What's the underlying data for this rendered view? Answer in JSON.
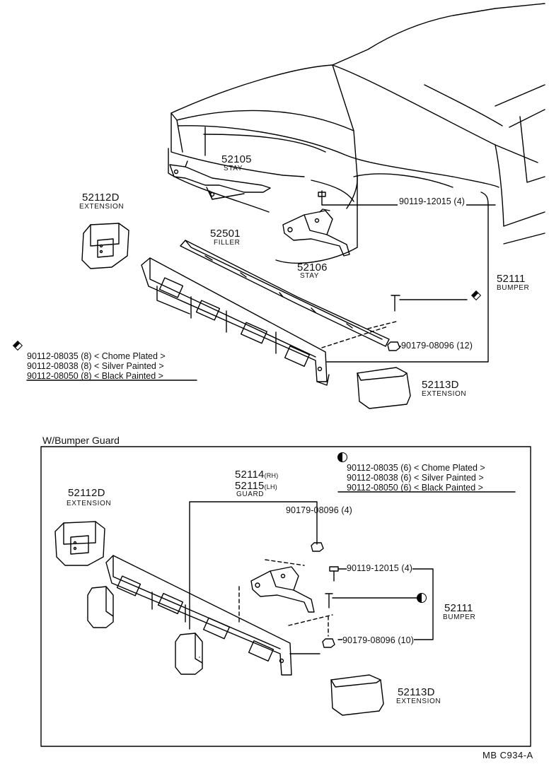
{
  "top": {
    "parts": {
      "p52105": {
        "num": "52105",
        "name": "STAY"
      },
      "p52112D": {
        "num": "52112D",
        "name": "EXTENSION"
      },
      "p52501": {
        "num": "52501",
        "name": "FILLER"
      },
      "p52106": {
        "num": "52106",
        "name": "STAY"
      },
      "p52111": {
        "num": "52111",
        "name": "BUMPER"
      },
      "p52113D": {
        "num": "52113D",
        "name": "EXTENSION"
      }
    },
    "bolt_label": "90119-12015 (4)",
    "nut_label": "90179-08096 (12)",
    "notes": [
      "90112-08035 (8) < Chome Plated >",
      "90112-08038 (8) < Silver Painted >",
      "90112-08050 (8) < Black Painted >"
    ]
  },
  "bottom": {
    "title": "W/Bumper Guard",
    "notes": [
      "90112-08035 (6) < Chome Plated >",
      "90112-08038 (6) < Silver Painted >",
      "90112-08050 (6) < Black Painted >"
    ],
    "guard": {
      "num_rh": "52114",
      "rh": "(RH)",
      "num_lh": "52115",
      "lh": "(LH)",
      "name": "GUARD"
    },
    "nut4_label": "90179-08096 (4)",
    "bolt_label": "90119-12015 (4)",
    "nut10_label": "90179-08096 (10)",
    "parts": {
      "p52112D": {
        "num": "52112D",
        "name": "EXTENSION"
      },
      "p52111": {
        "num": "52111",
        "name": "BUMPER"
      },
      "p52113D": {
        "num": "52113D",
        "name": "EXTENSION"
      }
    }
  },
  "ref_code": "MB C934-A"
}
